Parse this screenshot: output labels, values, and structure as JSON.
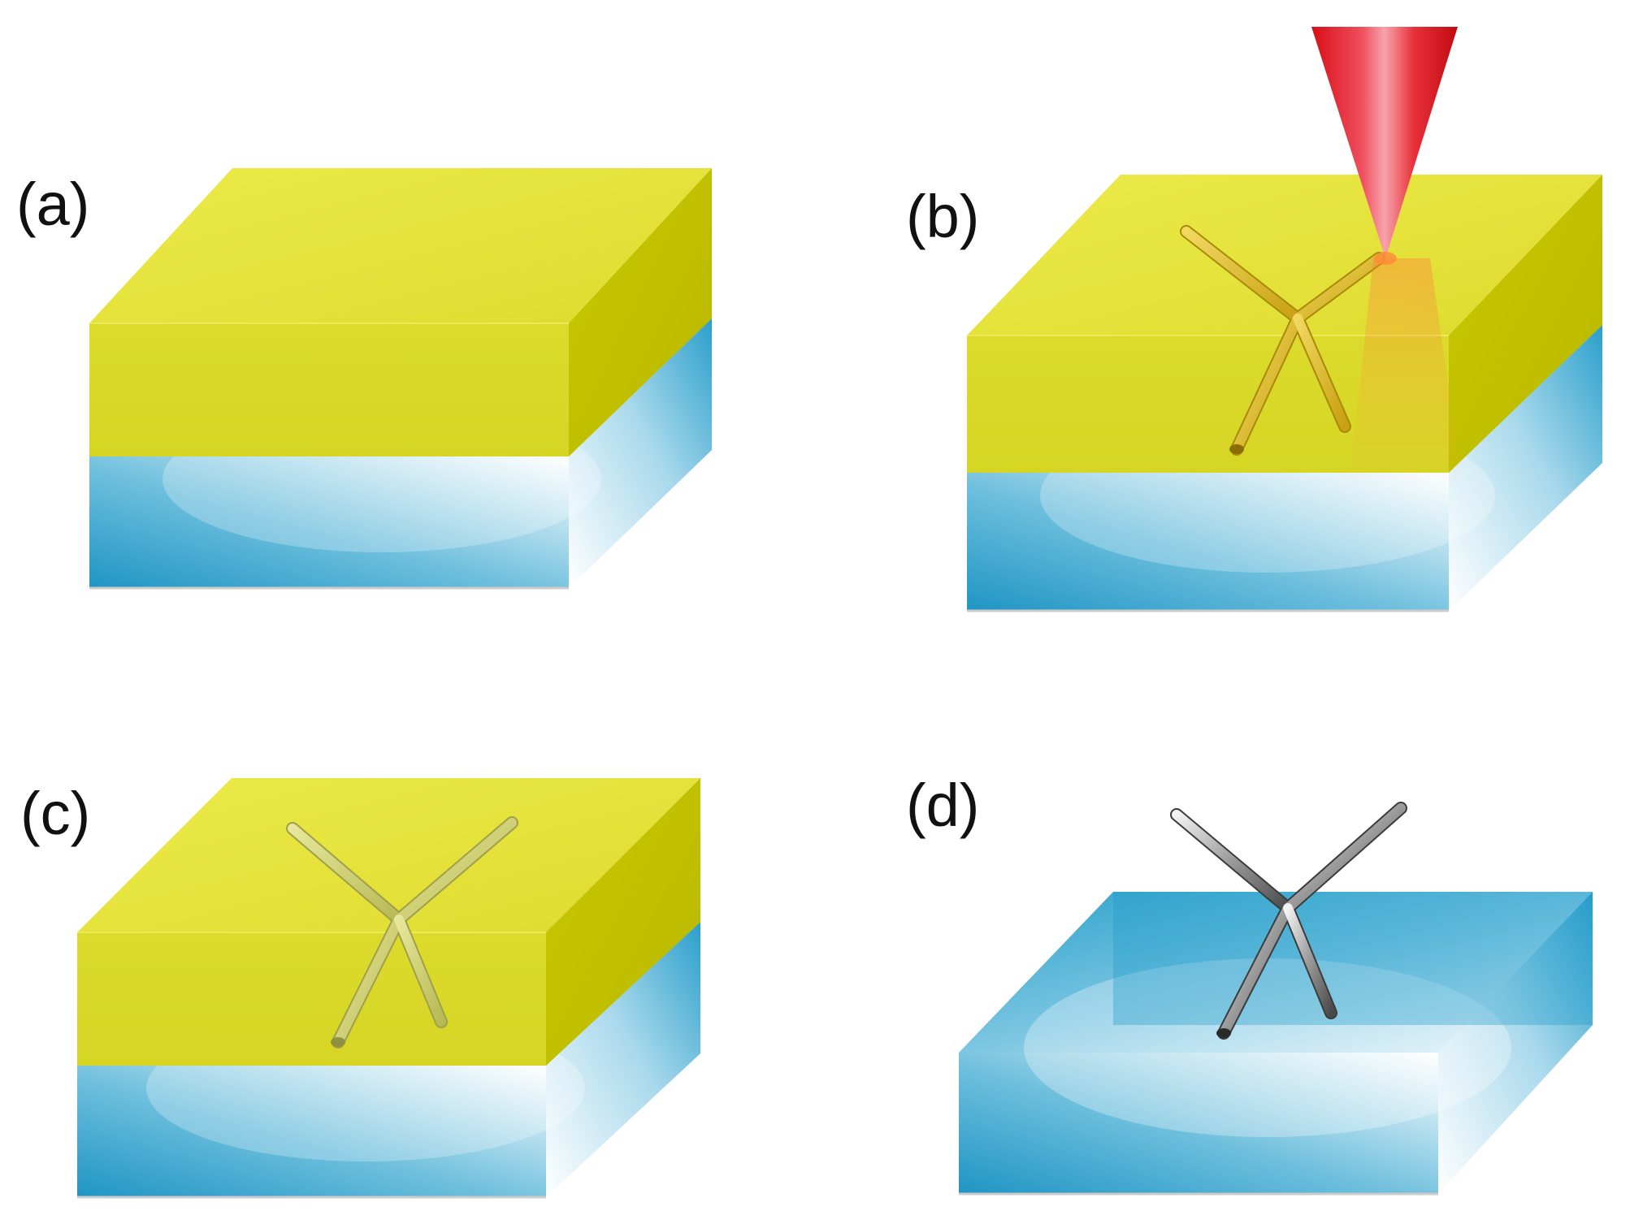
{
  "panels": [
    {
      "id": "a",
      "label": "(a)",
      "layers": [
        "substrate",
        "resist"
      ],
      "structure": "none",
      "laser": false
    },
    {
      "id": "b",
      "label": "(b)",
      "layers": [
        "substrate",
        "resist"
      ],
      "structure": "written",
      "laser": true
    },
    {
      "id": "c",
      "label": "(c)",
      "layers": [
        "substrate",
        "resist"
      ],
      "structure": "developed",
      "laser": false
    },
    {
      "id": "d",
      "label": "(d)",
      "layers": [
        "substrate"
      ],
      "structure": "metallized",
      "laser": false
    }
  ],
  "colors": {
    "resist_top": "#e4e035",
    "resist_front": "#d9d826",
    "resist_side": "#c1c000",
    "substrate_front": "#2ea3cd",
    "substrate_side": "#3aa6cc",
    "laser": "#e8121a",
    "gold_rod": "#e0c020",
    "pale_rod": "#d6d870",
    "silver_rod": "#8a8a8a"
  },
  "icons": [
    "glass-substrate-slab",
    "photoresist-layer",
    "y-junction-rod",
    "focused-laser-beam"
  ]
}
